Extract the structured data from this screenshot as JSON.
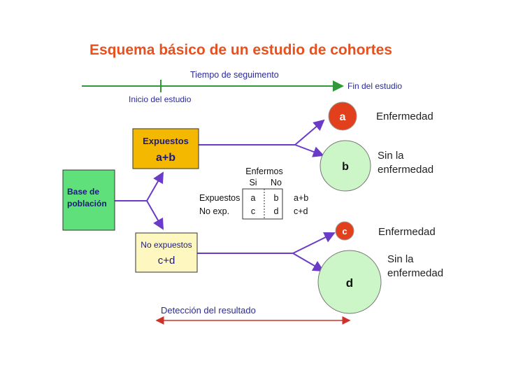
{
  "title": "Esquema básico de un estudio de cohortes",
  "timeline": {
    "label": "Tiempo de seguimento",
    "start": "Inicio del estudio",
    "end": "Fin del estudio"
  },
  "base": {
    "line1": "Base de",
    "line2": "población"
  },
  "exposed": {
    "label": "Expuestos",
    "sum": "a+b"
  },
  "unexposed": {
    "label": "No expuestos",
    "sum": "c+d"
  },
  "table": {
    "header": "Enfermos",
    "col_yes": "Si",
    "col_no": "No",
    "rows": [
      {
        "label": "Expuestos",
        "a": "a",
        "b": "b",
        "total": "a+b"
      },
      {
        "label": "No exp.",
        "a": "c",
        "b": "d",
        "total": "c+d"
      }
    ]
  },
  "outcomes": {
    "a": {
      "letter": "a",
      "label": "Enfermedad"
    },
    "b": {
      "letter": "b",
      "line1": "Sin la",
      "line2": "enfermedad"
    },
    "c": {
      "letter": "c",
      "label": "Enfermedad"
    },
    "d": {
      "letter": "d",
      "line1": "Sin la",
      "line2": "enfermedad"
    }
  },
  "detection": "Detección del resultado",
  "colors": {
    "title": "#e8501e",
    "blue_text": "#2a2a9a",
    "timeline": "#2e9a3a",
    "branch": "#6a3ac8",
    "detection_arrow": "#d0302a",
    "base_fill": "#5fe07a",
    "exposed_fill": "#f5b800",
    "unexposed_fill": "#fff7c0",
    "circle_red": "#e2401c",
    "circle_green": "#ccf5c8"
  }
}
